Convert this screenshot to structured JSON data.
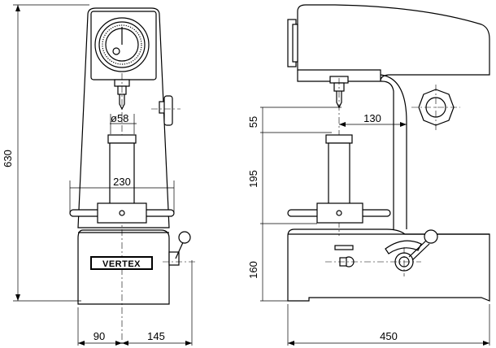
{
  "figure": {
    "front_view": {
      "brand_label": "VERTEX",
      "dimensions": {
        "overall_height": "630",
        "indenter_diameter": "ø58",
        "anvil_width": "230",
        "base_left": "90",
        "base_right": "145"
      }
    },
    "side_view": {
      "dimensions": {
        "indenter_gap": "55",
        "throat_depth": "130",
        "test_height": "195",
        "base_height": "160",
        "overall_length": "450"
      }
    }
  }
}
